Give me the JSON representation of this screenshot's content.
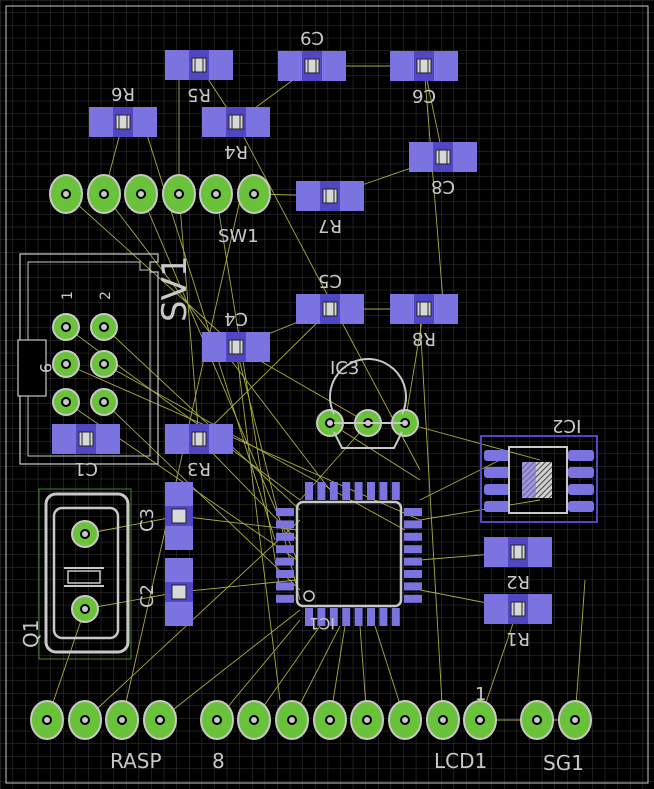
{
  "colors": {
    "background": "#000000",
    "grid": "#3a3a3a",
    "outline": "#c8c8c8",
    "smd_pad": "#7a73e0",
    "smd_pad_dark": "#5147c4",
    "tht_pad": "#6ac13a",
    "tht_ring": "#c8c8c8",
    "airwire": "#c8c84a",
    "crystal_outline": "#3f8a2a"
  },
  "two_pad_parts": [
    {
      "id": "C9",
      "orientation": "h",
      "label": "C9",
      "label_side": "top"
    },
    {
      "id": "R5",
      "orientation": "h",
      "label": "R5",
      "label_side": "bottom"
    },
    {
      "id": "C6",
      "orientation": "h",
      "label": "C6",
      "label_side": "bottom"
    },
    {
      "id": "R6",
      "orientation": "h",
      "label": "R6",
      "label_side": "top"
    },
    {
      "id": "R4",
      "orientation": "h",
      "label": "R4",
      "label_side": "bottom"
    },
    {
      "id": "C8",
      "orientation": "h",
      "label": "C8",
      "label_side": "bottom"
    },
    {
      "id": "R7",
      "orientation": "h",
      "label": "R7",
      "label_side": "bottom"
    },
    {
      "id": "C5",
      "orientation": "h",
      "label": "C5",
      "label_side": "top"
    },
    {
      "id": "R8",
      "orientation": "h",
      "label": "R8",
      "label_side": "bottom"
    },
    {
      "id": "C4",
      "orientation": "h",
      "label": "C4",
      "label_side": "top"
    },
    {
      "id": "C1",
      "orientation": "h",
      "label": "C1",
      "label_side": "bottom"
    },
    {
      "id": "R3",
      "orientation": "h",
      "label": "R3",
      "label_side": "bottom"
    },
    {
      "id": "C3",
      "orientation": "v",
      "label": "C3",
      "label_side": "left"
    },
    {
      "id": "C2",
      "orientation": "v",
      "label": "C2",
      "label_side": "left"
    },
    {
      "id": "R2",
      "orientation": "h",
      "label": "R2",
      "label_side": "bottom"
    },
    {
      "id": "R1",
      "orientation": "h",
      "label": "R1",
      "label_side": "bottom"
    }
  ],
  "labels": {
    "sw1": "SW1",
    "sv1": "SV1",
    "sv1_pin1": "1",
    "sv1_pin2": "2",
    "sv1_pin9": "9",
    "ic3": "IC3",
    "ic2": "IC2",
    "ic1": "IC1",
    "q1": "Q1",
    "rasp": "RASP",
    "lcd1_pin8": "8",
    "lcd1": "LCD1",
    "lcd1_pin1": "1",
    "sg1": "SG1"
  }
}
